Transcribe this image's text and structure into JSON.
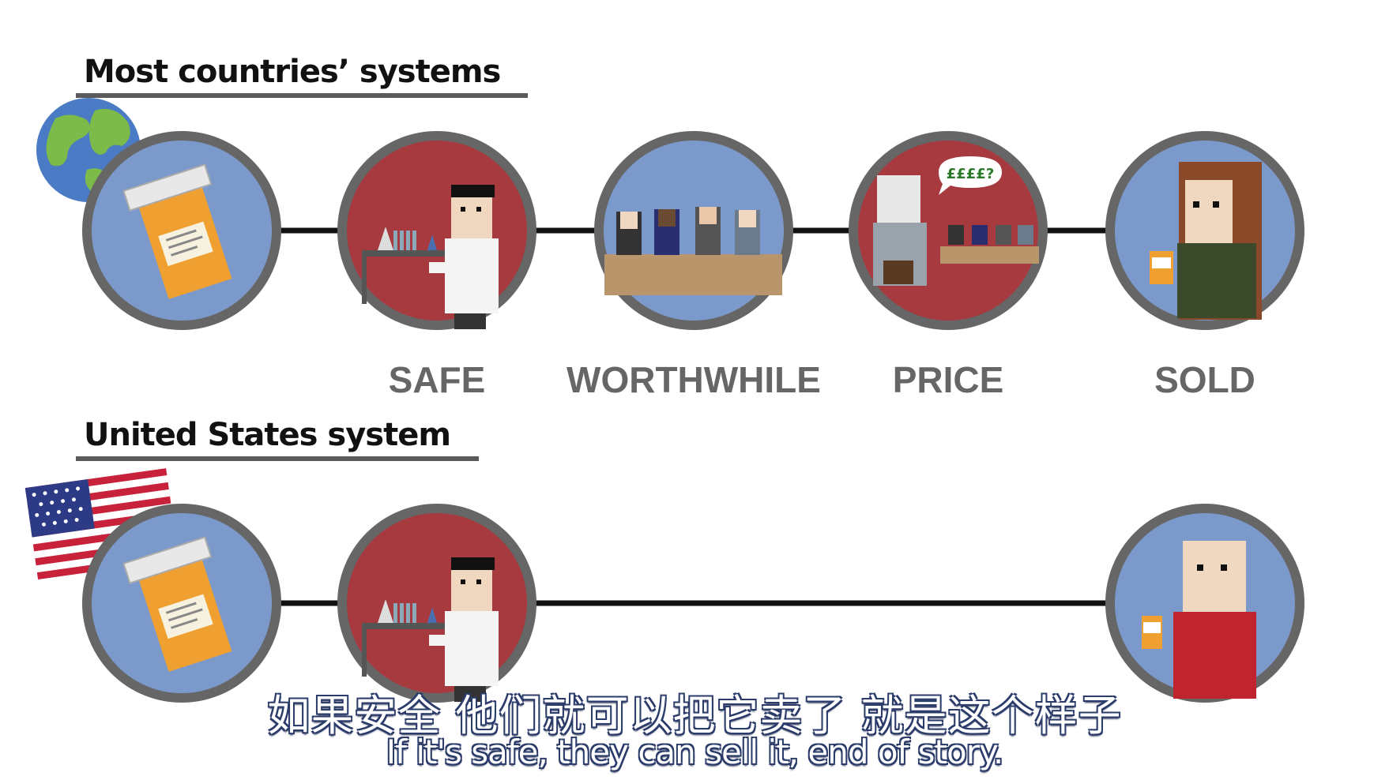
{
  "titles": {
    "most_countries": "Most countries’ systems",
    "united_states": "United States system"
  },
  "stages": {
    "safe": "SAFE",
    "worthwhile": "WORTHWHILE",
    "price": "PRICE",
    "sold": "SOLD"
  },
  "speech_bubble": "££££?",
  "subtitles": {
    "chinese": "如果安全 他们就可以把它卖了 就是这个样子",
    "english": "If it's safe, they can sell it, end of story."
  },
  "icons": {
    "row1": [
      "globe-icon",
      "pill-bottle-icon",
      "scientist-lab-icon",
      "panel-experts-icon",
      "price-negotiation-icon",
      "patient-buyer-icon"
    ],
    "row2": [
      "us-flag-icon",
      "pill-bottle-icon",
      "scientist-lab-icon",
      "patient-buyer-icon"
    ]
  },
  "colors": {
    "circle_blue": "#7b9acb",
    "circle_red": "#a63a3f",
    "circle_ring": "#666666",
    "bottle_orange": "#f0a030",
    "label_gray": "#666666"
  }
}
